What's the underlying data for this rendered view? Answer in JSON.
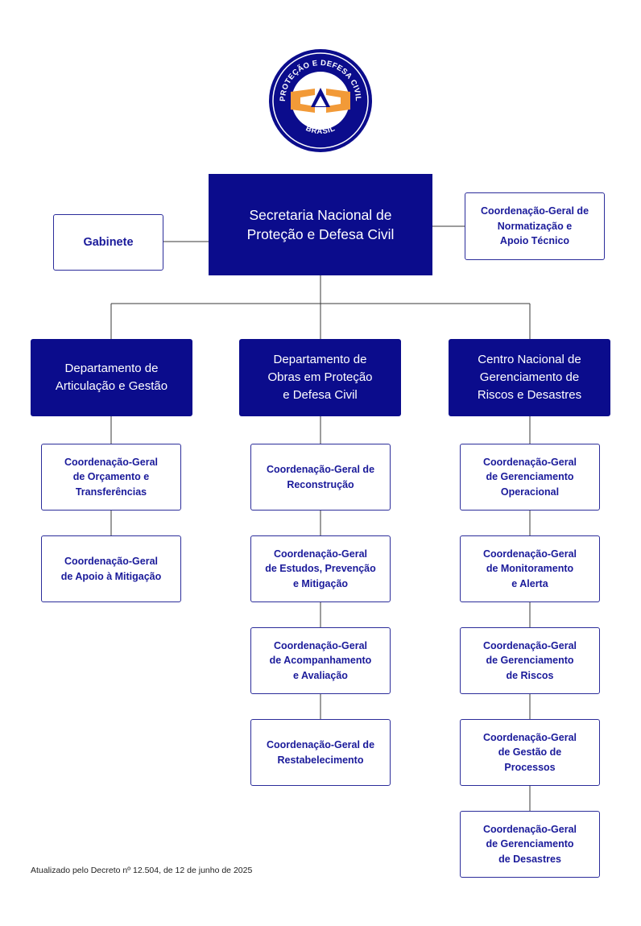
{
  "logo": {
    "arc_text_top": "PROTEÇÃO E DEFESA CIVIL",
    "arc_text_bottom": "BRASIL",
    "colors": {
      "navy": "#0b0c8c",
      "orange": "#f29a38",
      "white": "#ffffff"
    }
  },
  "org": {
    "secretaria": "Secretaria Nacional de\nProteção e Defesa Civil",
    "gabinete": "Gabinete",
    "normatizacao": "Coordenação-Geral de\nNormatização e\nApoio Técnico",
    "departments": [
      {
        "name": "Departamento de\nArticulação e Gestão",
        "coordinations": [
          "Coordenação-Geral\nde Orçamento e\nTransferências",
          "Coordenação-Geral\nde Apoio à Mitigação"
        ]
      },
      {
        "name": "Departamento de\nObras em Proteção\ne Defesa Civil",
        "coordinations": [
          "Coordenação-Geral de\nReconstrução",
          "Coordenação-Geral\nde Estudos, Prevenção\ne Mitigação",
          "Coordenação-Geral\nde Acompanhamento\ne Avaliação",
          "Coordenação-Geral de\nRestabelecimento"
        ]
      },
      {
        "name": "Centro Nacional de\nGerenciamento de\nRiscos e Desastres",
        "coordinations": [
          "Coordenação-Geral\nde Gerenciamento\nOperacional",
          "Coordenação-Geral\nde Monitoramento\ne Alerta",
          "Coordenação-Geral\nde Gerenciamento\nde Riscos",
          "Coordenação-Geral\nde Gestão de\nProcessos",
          "Coordenação-Geral\nde Gerenciamento\nde Desastres"
        ]
      }
    ]
  },
  "footnote": "Atualizado pelo Decreto nº 12.504, de 12 de junho de 2025",
  "colors": {
    "dark_box": "#0b0c8c",
    "light_text": "#1a1a9a",
    "border": "#2b2c9a",
    "connector": "#3a3a3a"
  }
}
